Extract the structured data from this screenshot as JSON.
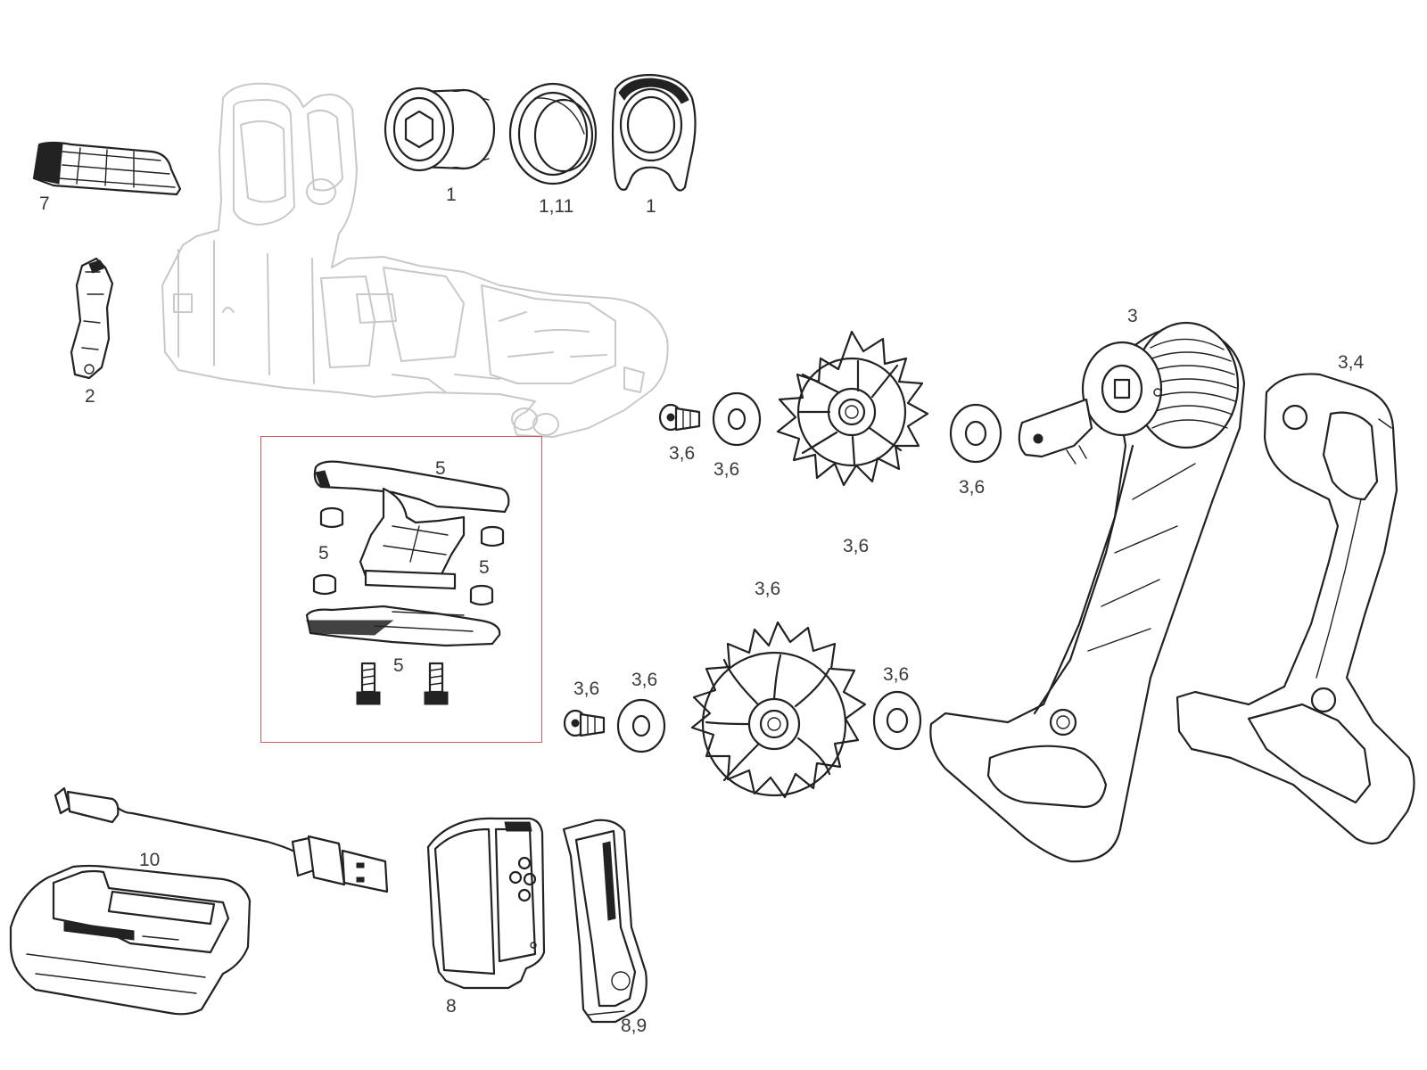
{
  "labels": {
    "part_7": "7",
    "part_2": "2",
    "bolt_1": "1",
    "bushing_1_11": "1,11",
    "hanger_1": "1",
    "cage_3": "3",
    "outer_plate_3_4": "3,4",
    "upper_bolt": "3,6",
    "upper_washer_left": "3,6",
    "upper_washer_right": "3,6",
    "upper_pulley": "3,6",
    "lower_pulley": "3,6",
    "lower_bolt": "3,6",
    "lower_washer_left": "3,6",
    "lower_washer_right": "3,6",
    "guard_top": "5",
    "guard_nut_left": "5",
    "guard_nut_right": "5",
    "guard_screws": "5",
    "charger_10": "10",
    "battery_8": "8",
    "battery_cover_8_9": "8,9"
  },
  "colors": {
    "line": "#222222",
    "ghost_line": "#c8c8c8",
    "highlight_box": "#d05a5a",
    "label": "#3a3a3a"
  }
}
